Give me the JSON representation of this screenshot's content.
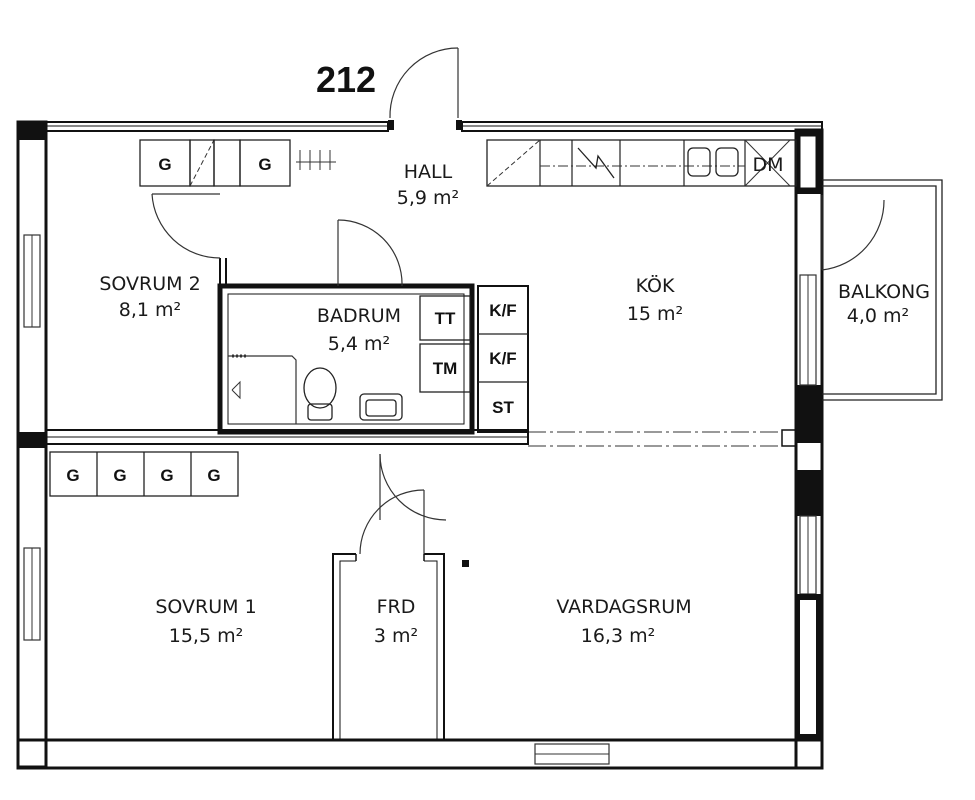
{
  "plan": {
    "unit_number": "212",
    "rooms": {
      "hall": {
        "name": "HALL",
        "area": "5,9 m²"
      },
      "sovrum2": {
        "name": "SOVRUM 2",
        "area": "8,1 m²"
      },
      "badrum": {
        "name": "BADRUM",
        "area": "5,4 m²"
      },
      "kok": {
        "name": "KÖK",
        "area": "15 m²"
      },
      "balkong": {
        "name": "BALKONG",
        "area": "4,0 m²"
      },
      "sovrum1": {
        "name": "SOVRUM 1",
        "area": "15,5 m²"
      },
      "frd": {
        "name": "FRD",
        "area": "3 m²"
      },
      "vardagsrum": {
        "name": "VARDAGSRUM",
        "area": "16,3 m²"
      }
    },
    "fixtures": {
      "wardrobe": "G",
      "tt": "TT",
      "tm": "TM",
      "kf": "K/F",
      "st": "ST",
      "dm": "DM"
    }
  }
}
